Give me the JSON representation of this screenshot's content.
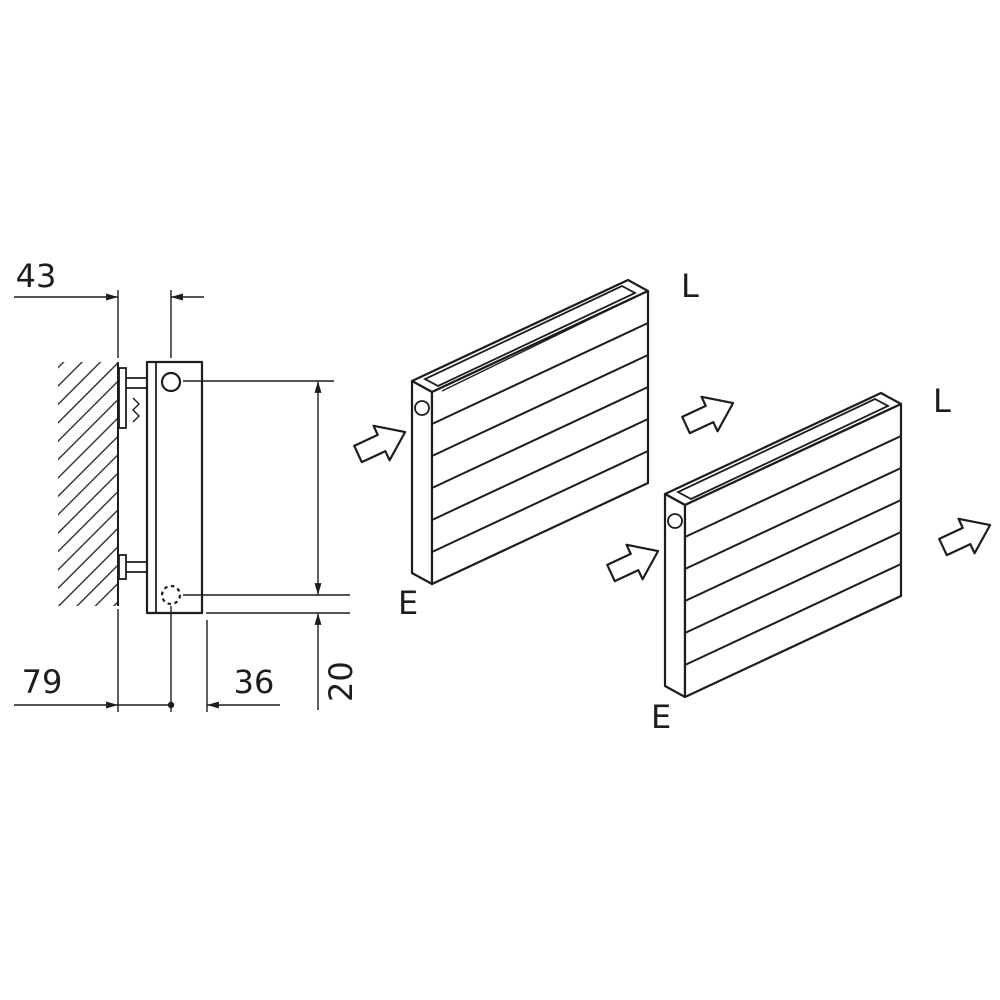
{
  "diagram": {
    "colors": {
      "line": "#1d1d1b",
      "background": "#ffffff"
    },
    "side_view": {
      "dim_top": "43",
      "dim_bottom_left": "79",
      "dim_bottom_right": "36",
      "dim_vertical": "20"
    },
    "radiator_open_top": {
      "label_l": "L",
      "label_e": "E"
    },
    "radiator_grille_top": {
      "label_l": "L",
      "label_e": "E"
    }
  }
}
